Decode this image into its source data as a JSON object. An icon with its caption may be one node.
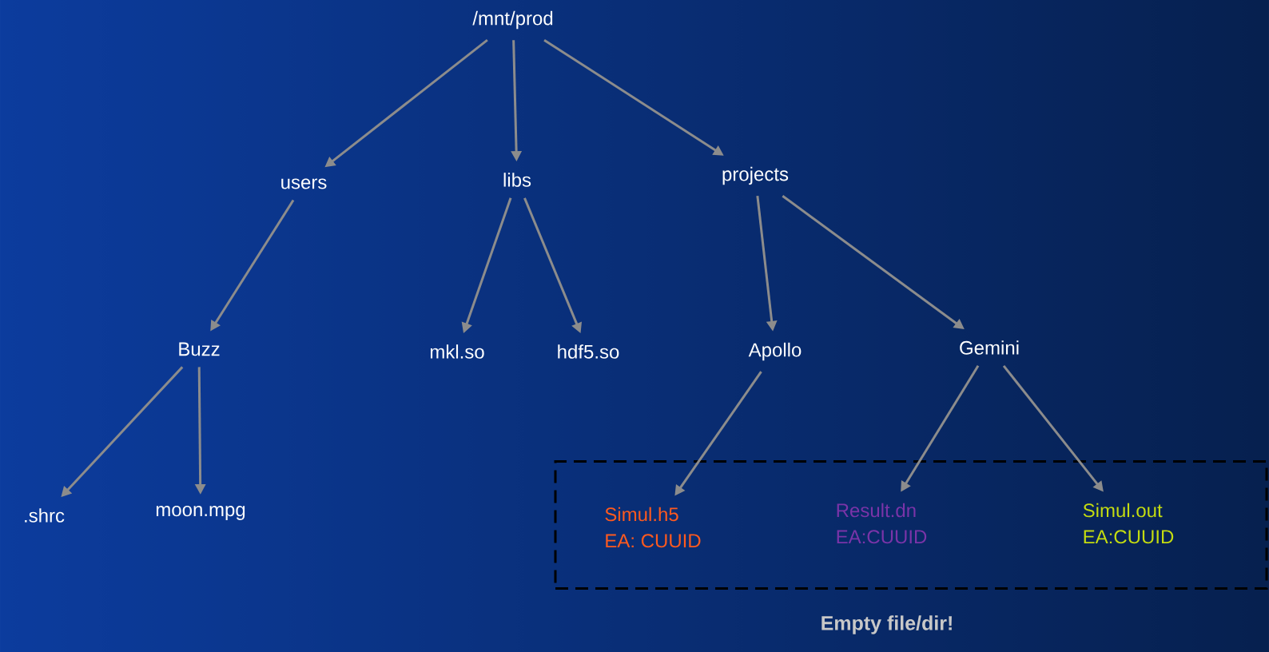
{
  "diagram": {
    "nodes": [
      {
        "text": [
          "/mnt/prod"
        ]
      },
      {
        "text": [
          "users"
        ]
      },
      {
        "text": [
          "libs"
        ]
      },
      {
        "text": [
          "projects"
        ]
      },
      {
        "text": [
          "Buzz"
        ]
      },
      {
        "text": [
          "mkl.so"
        ]
      },
      {
        "text": [
          "hdf5.so"
        ]
      },
      {
        "text": [
          "Apollo"
        ]
      },
      {
        "text": [
          "Gemini"
        ]
      },
      {
        "text": [
          ".shrc"
        ]
      },
      {
        "text": [
          "moon.mpg"
        ]
      },
      {
        "text": [],
        "shape": "box",
        "beside": [
          "Empty file/dir!"
        ]
      },
      {
        "text": [
          "Simul.h5",
          "EA: CUUID"
        ],
        "in": 11
      },
      {
        "text": [
          "Result.dn",
          "EA:CUUID"
        ],
        "in": 11
      },
      {
        "text": [
          "Simul.out",
          "EA:CUUID"
        ],
        "in": 11
      }
    ],
    "edges": [
      {
        "from": 0,
        "to": 1,
        "arrow": "to"
      },
      {
        "from": 0,
        "to": 2,
        "arrow": "to"
      },
      {
        "from": 0,
        "to": 3,
        "arrow": "to"
      },
      {
        "from": 1,
        "to": 4,
        "arrow": "to"
      },
      {
        "from": 2,
        "to": 5,
        "arrow": "to"
      },
      {
        "from": 2,
        "to": 6,
        "arrow": "to"
      },
      {
        "from": 3,
        "to": 7,
        "arrow": "to"
      },
      {
        "from": 3,
        "to": 8,
        "arrow": "to"
      },
      {
        "from": 4,
        "to": 9,
        "arrow": "to"
      },
      {
        "from": 4,
        "to": 10,
        "arrow": "to"
      },
      {
        "from": 7,
        "to": 12,
        "arrow": "to"
      },
      {
        "from": 8,
        "to": 13,
        "arrow": "to"
      },
      {
        "from": 8,
        "to": 14,
        "arrow": "to"
      }
    ]
  }
}
